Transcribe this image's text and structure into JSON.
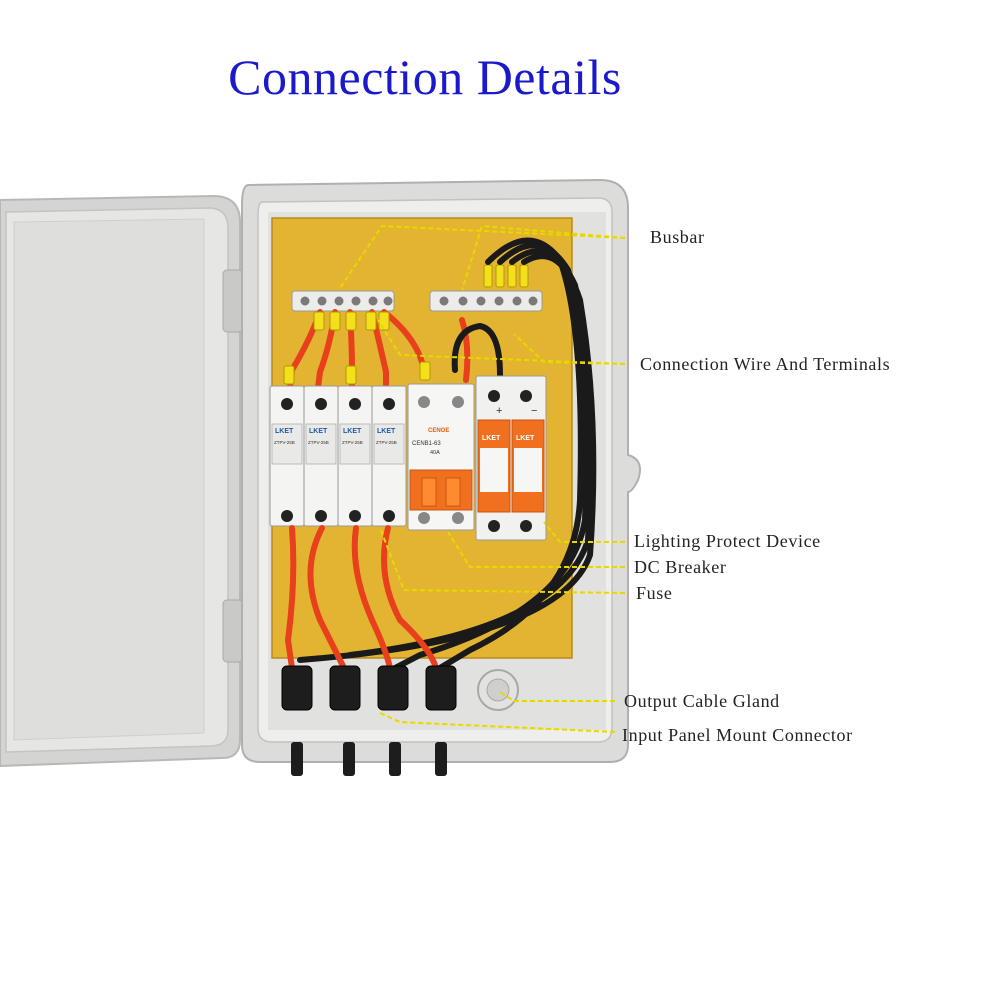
{
  "title": "Connection Details",
  "labels": {
    "busbar": "Busbar",
    "wire": "Connection Wire And Terminals",
    "spd": "Lighting Protect Device",
    "breaker": "DC Breaker",
    "fuse": "Fuse",
    "gland": "Output Cable Gland",
    "connector": "Input Panel Mount Connector"
  },
  "device_text": {
    "fuse_brand": "LKET",
    "fuse_model": "ZTPV-25B",
    "breaker_brand": "CENOE",
    "breaker_model": "CENB1-63",
    "breaker_rating": "40A",
    "spd_brand": "LKET",
    "spd_symbols": [
      "+",
      "−"
    ]
  },
  "colors": {
    "title": "#1a1acc",
    "leader": "#e8d800",
    "backplate": "#e3b431",
    "wire_red": "#e8401c",
    "breaker_orange": "#f07020"
  }
}
